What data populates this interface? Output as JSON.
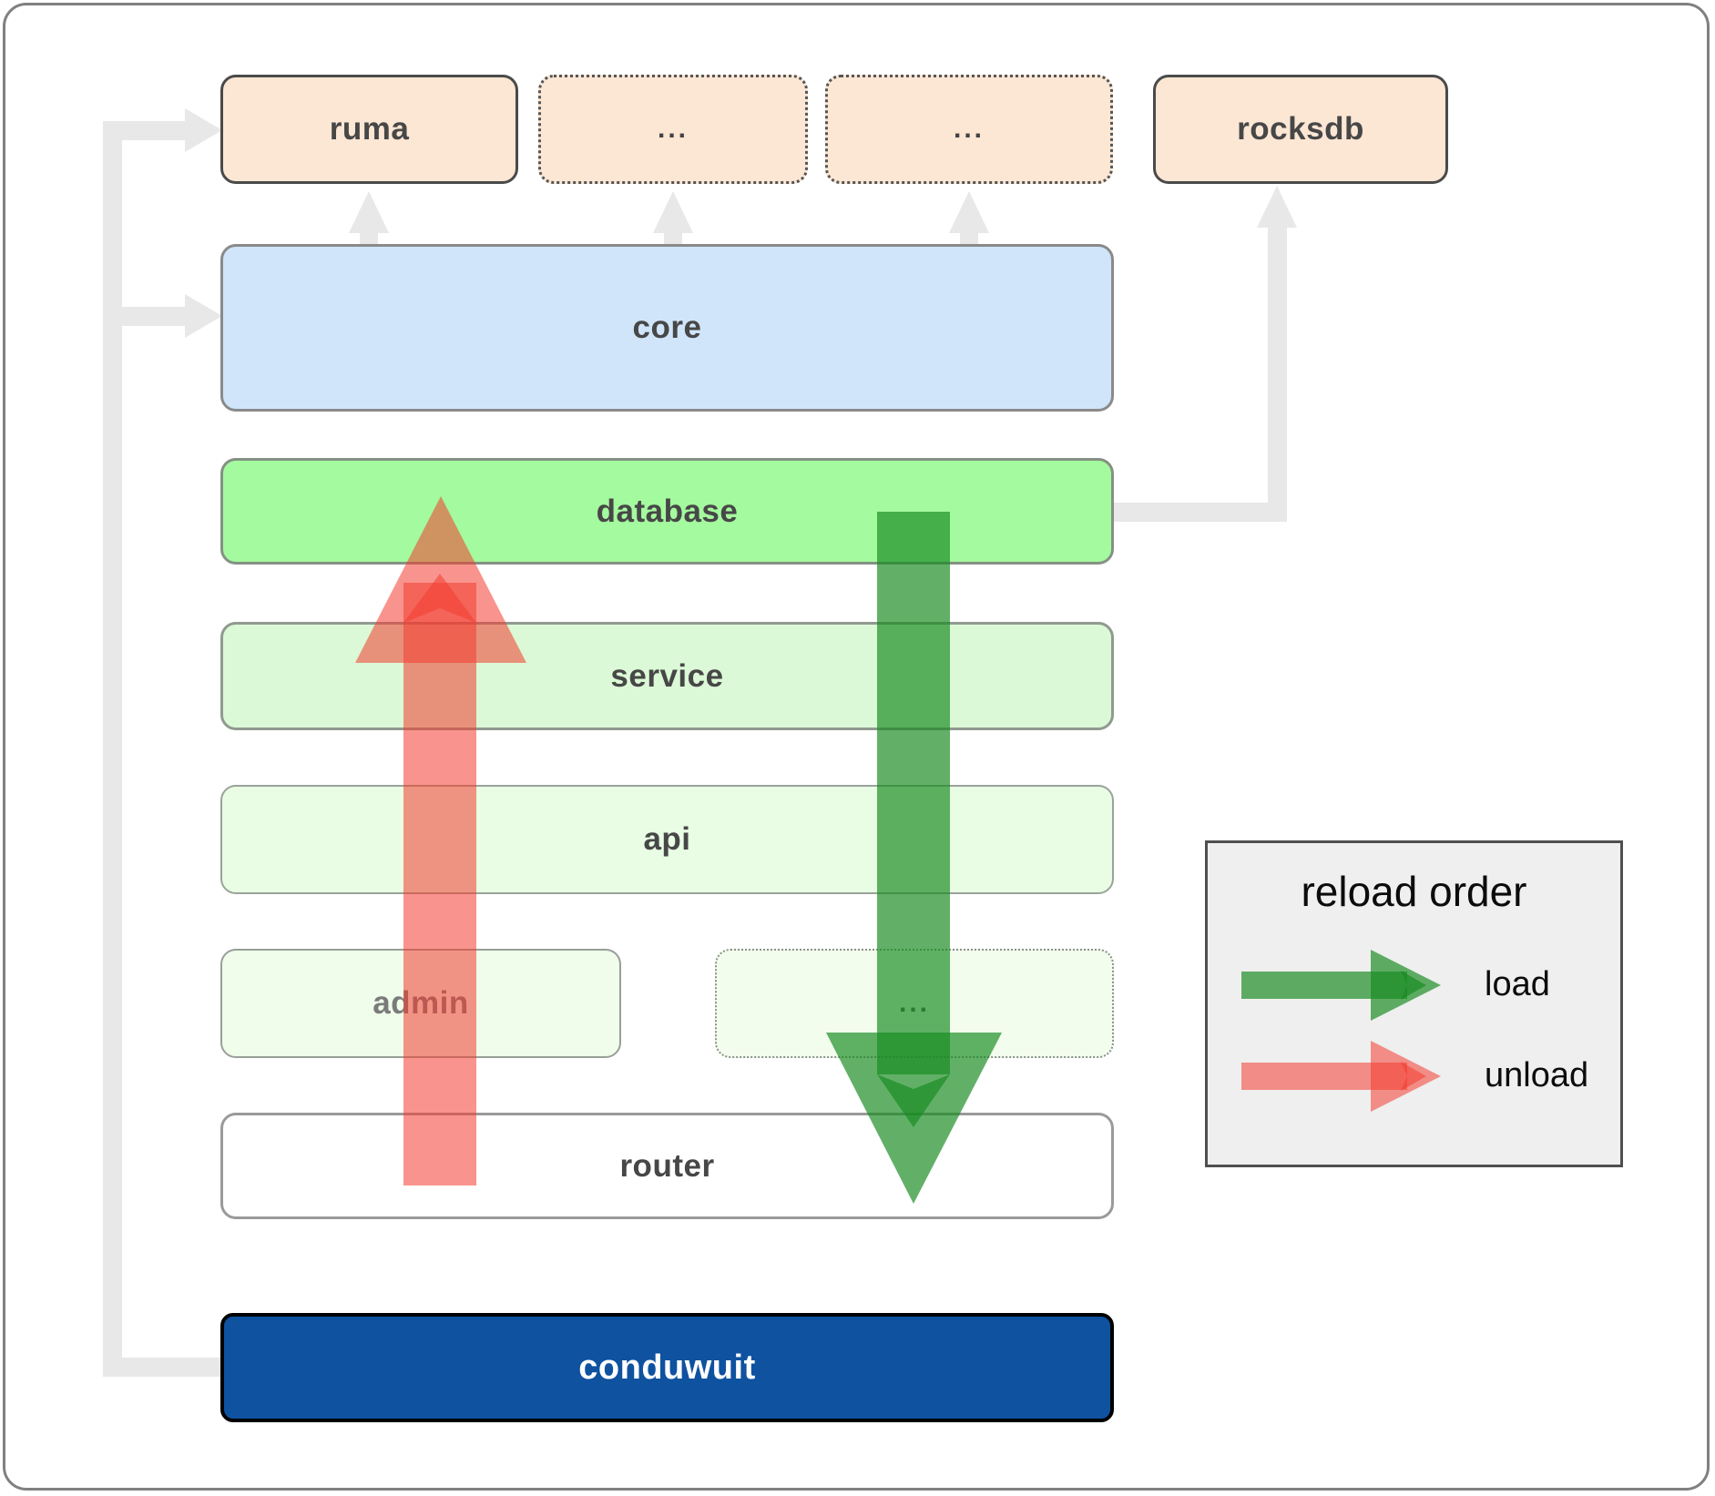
{
  "boxes": {
    "ruma": "ruma",
    "ellipsis_a": "...",
    "ellipsis_b": "...",
    "rocksdb": "rocksdb",
    "core": "core",
    "database": "database",
    "service": "service",
    "api": "api",
    "admin": "admin",
    "admin_ellipsis": "...",
    "router": "router",
    "conduwuit": "conduwuit"
  },
  "legend": {
    "title": "reload order",
    "items": [
      {
        "label": "load",
        "color": "#188a20"
      },
      {
        "label": "unload",
        "color": "#f23d30"
      }
    ]
  },
  "connections": [
    {
      "from": "conduwuit",
      "to": "ruma",
      "style": "gray-connector"
    },
    {
      "from": "conduwuit",
      "to": "core",
      "style": "gray-connector"
    },
    {
      "from": "core",
      "to": "ruma",
      "style": "gray-arrow-up"
    },
    {
      "from": "core",
      "to": "ellipsis_a",
      "style": "gray-arrow-up"
    },
    {
      "from": "core",
      "to": "ellipsis_b",
      "style": "gray-arrow-up"
    },
    {
      "from": "database",
      "to": "rocksdb",
      "style": "gray-connector"
    },
    {
      "from": "database",
      "to": "router",
      "style": "load-arrow-green-down"
    },
    {
      "from": "router",
      "to": "database",
      "style": "unload-arrow-red-up"
    }
  ],
  "colors": {
    "load_green": "#188a20",
    "unload_red": "#f23d30",
    "connector_gray": "#e8e8e8",
    "peach_box": "#fce6d4",
    "core_blue": "#d0e5fa",
    "database_green": "#a4fa9e",
    "service_green": "#dbf9d6",
    "api_green": "#e9fce4",
    "conduwuit_blue": "#0e52a0",
    "legend_bg": "#efefef"
  }
}
